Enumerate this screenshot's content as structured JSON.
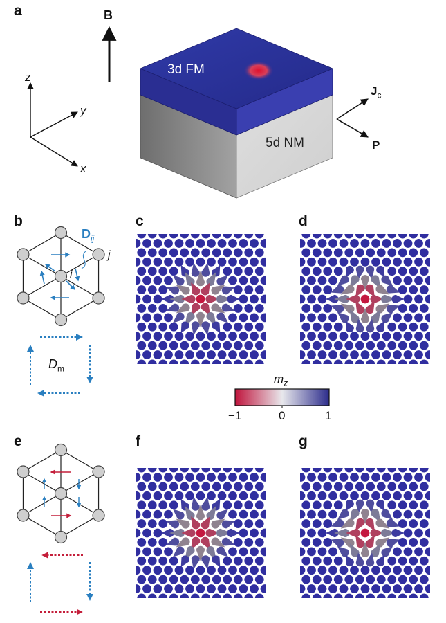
{
  "panels": {
    "a": "a",
    "b": "b",
    "c": "c",
    "d": "d",
    "e": "e",
    "f": "f",
    "g": "g"
  },
  "panel_a": {
    "field_label": "B",
    "axes": {
      "z": "z",
      "y": "y",
      "x": "x"
    },
    "layer_top_label": "3d FM",
    "layer_bottom_label": "5d NM",
    "current_label": "J",
    "current_sub": "c",
    "polarization_label": "P",
    "colors": {
      "fm_top": "#2b2f9a",
      "fm_side": "#30339f",
      "nm_front": "#c9c9c9",
      "nm_side": "#8a8a8a",
      "skyrmion": "#d81e38"
    }
  },
  "panel_b": {
    "dmi_vector_label": "D",
    "dmi_vector_sub": "ij",
    "site_i": "i",
    "site_j": "j",
    "d_label": "D",
    "d_sub": "m"
  },
  "colorbar": {
    "title": "m",
    "title_sub": "z",
    "ticks": [
      "−1",
      "0",
      "1"
    ],
    "colors": [
      "#c0143c",
      "#e8e8ec",
      "#2c2c8c"
    ]
  },
  "spin_panels": {
    "c": {
      "type": "hedgehog"
    },
    "d": {
      "type": "antiskyrmion"
    },
    "f": {
      "type": "hedgehog"
    },
    "g": {
      "type": "antiskyrmion"
    }
  }
}
